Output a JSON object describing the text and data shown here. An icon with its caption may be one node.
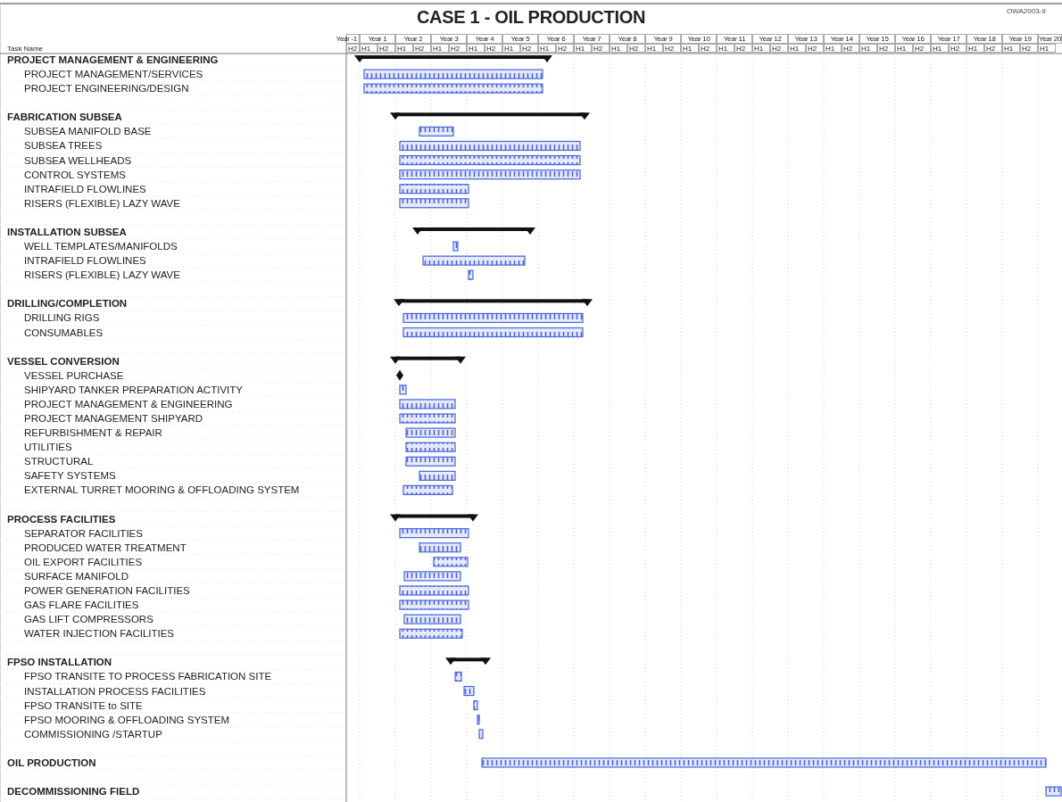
{
  "diagram": {
    "title": "CASE 1 - OIL PRODUCTION",
    "labels": [
      "OWA2003-9",
      "Year -1",
      "Year 1",
      "Year 2",
      "Year 3",
      "Year 4",
      "Year 5",
      "Year 6",
      "Year 7",
      "Year 8",
      "Year 9",
      "Year 10",
      "Year 11",
      "Year 12",
      "Year 13",
      "Year 14",
      "Year 15",
      "Year 16",
      "Year 17",
      "Year 18",
      "Year 19",
      "Year 20",
      "Task Name",
      "H2",
      "H1",
      "H2",
      "H1",
      "H2",
      "H1",
      "H2",
      "H1",
      "H2",
      "H1",
      "H2",
      "H1",
      "H2",
      "H1",
      "H2",
      "H1",
      "H2",
      "H1",
      "H2",
      "H1",
      "H2",
      "H1",
      "H2",
      "H1",
      "H2",
      "H1",
      "H2",
      "H1",
      "H2",
      "H1",
      "H2",
      "H1",
      "H2",
      "H1",
      "H2",
      "H1",
      "H2",
      "H1",
      "H2",
      "H1",
      "PROJECT MANAGEMENT & ENGINEERING",
      "PROJECT MANAGEMENT/SERVICES",
      "PROJECT ENGINEERING/DESIGN",
      "FABRICATION SUBSEA",
      "SUBSEA MANIFOLD BASE",
      "SUBSEA TREES",
      "SUBSEA WELLHEADS",
      "CONTROL SYSTEMS",
      "INTRAFIELD FLOWLINES",
      "RISERS (FLEXIBLE) LAZY WAVE",
      "INSTALLATION SUBSEA",
      "WELL TEMPLATES/MANIFOLDS",
      "INTRAFIELD FLOWLINES",
      "RISERS (FLEXIBLE) LAZY WAVE",
      "DRILLING/COMPLETION",
      "DRILLING RIGS",
      "CONSUMABLES",
      "VESSEL CONVERSION",
      "VESSEL PURCHASE",
      "SHIPYARD TANKER PREPARATION ACTIVITY",
      "PROJECT MANAGEMENT & ENGINEERING",
      "PROJECT MANAGEMENT SHIPYARD",
      "REFURBISHMENT & REPAIR",
      "UTILITIES",
      "STRUCTURAL",
      "SAFETY SYSTEMS",
      "EXTERNAL TURRET MOORING & OFFLOADING SYSTEM",
      "PROCESS FACILITIES",
      "SEPARATOR FACILITIES",
      "PRODUCED WATER TREATMENT",
      "OIL EXPORT FACILITIES",
      "SURFACE MANIFOLD",
      "POWER GENERATION FACILITIES",
      "GAS FLARE FACILITIES",
      "GAS LIFT COMPRESSORS",
      "WATER INJECTION FACILITIES",
      "FPSO INSTALLATION",
      "FPSO TRANSITE TO PROCESS FABRICATION SITE",
      "INSTALLATION PROCESS FACILITIES",
      "FPSO TRANSITE to SITE",
      "FPSO MOORING & OFFLOADING SYSTEM",
      "COMMISSIONING /STARTUP",
      "OIL PRODUCTION",
      "DECOMMISSIONING FIELD"
    ]
  }
}
